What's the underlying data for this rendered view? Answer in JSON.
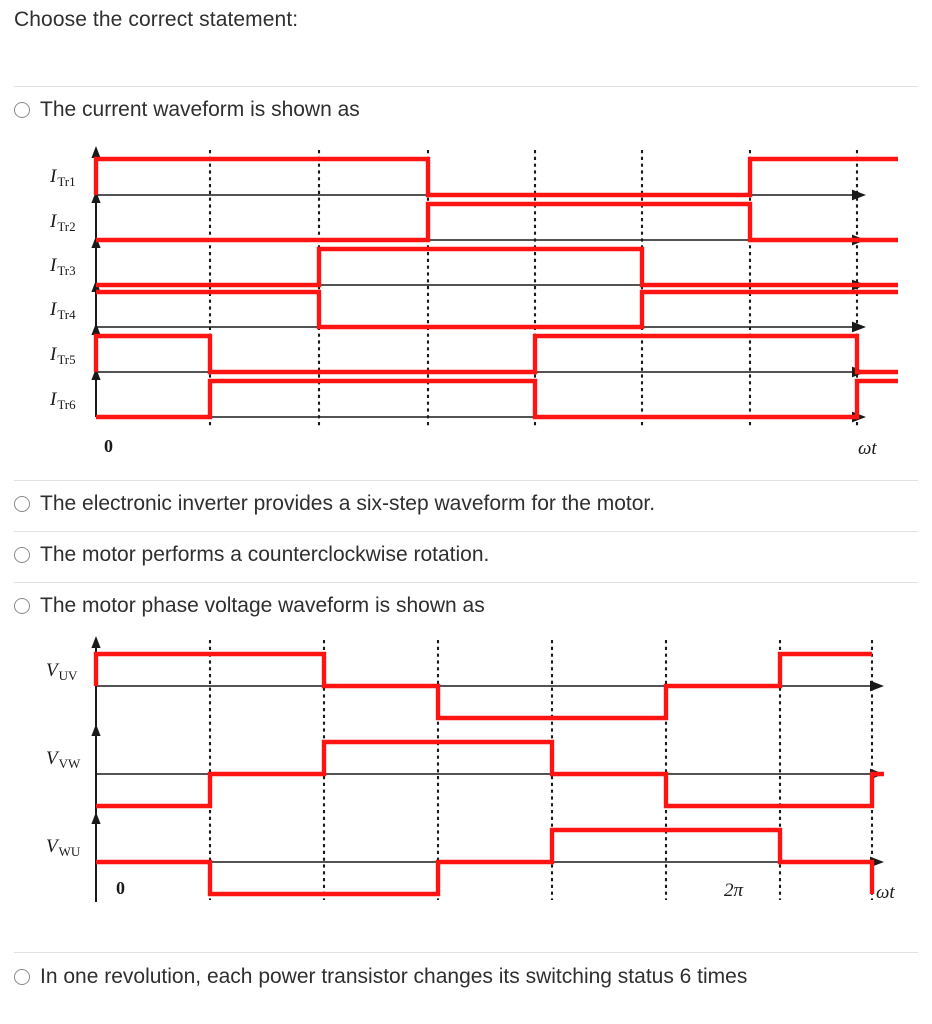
{
  "prompt": "Choose the correct statement:",
  "options": [
    {
      "id": "opt-current-waveform",
      "label": "The current waveform is shown as",
      "has_figure": true
    },
    {
      "id": "opt-six-step",
      "label": "The electronic inverter provides a six-step waveform for the motor.",
      "has_figure": false
    },
    {
      "id": "opt-ccw-rotation",
      "label": "The motor performs a counterclockwise rotation.",
      "has_figure": false
    },
    {
      "id": "opt-phase-voltage",
      "label": "The motor phase voltage waveform is shown as",
      "has_figure": true
    },
    {
      "id": "opt-six-times",
      "label": "In one revolution, each power transistor changes its switching status 6 times",
      "has_figure": false
    }
  ],
  "colors": {
    "waveform": "#ff1414",
    "axis": "#1a1a1a",
    "divider": "#e2e2e2",
    "text": "#2f2f2f"
  },
  "chart_data": [
    {
      "type": "line",
      "name": "transistor-current-waveforms",
      "title": "",
      "xlabel": "ωt",
      "ylabel": "",
      "x_zero_label": "0",
      "grid": true,
      "legend": "none",
      "x_tick_positions_deg": [
        60,
        120,
        180,
        240,
        300,
        360,
        420
      ],
      "xlim_deg": [
        0,
        450
      ],
      "levels": [
        0,
        1
      ],
      "series": [
        {
          "name": "I_Tr1",
          "label_main": "I",
          "label_sub": "Tr1",
          "transitions_deg": [
            0,
            180,
            360
          ],
          "start_level": 1,
          "segments": [
            [
              0,
              180,
              1
            ],
            [
              180,
              360,
              0
            ],
            [
              360,
              450,
              1
            ]
          ]
        },
        {
          "name": "I_Tr2",
          "label_main": "I",
          "label_sub": "Tr2",
          "transitions_deg": [
            0,
            180,
            360
          ],
          "start_level": 0,
          "segments": [
            [
              0,
              180,
              0
            ],
            [
              180,
              360,
              1
            ],
            [
              360,
              450,
              0
            ]
          ]
        },
        {
          "name": "I_Tr3",
          "label_main": "I",
          "label_sub": "Tr3",
          "transitions_deg": [
            0,
            120,
            300
          ],
          "start_level": 0,
          "segments": [
            [
              0,
              120,
              0
            ],
            [
              120,
              300,
              1
            ],
            [
              300,
              450,
              0
            ]
          ]
        },
        {
          "name": "I_Tr4",
          "label_main": "I",
          "label_sub": "Tr4",
          "transitions_deg": [
            0,
            120,
            300
          ],
          "start_level": 1,
          "segments": [
            [
              0,
              120,
              1
            ],
            [
              120,
              300,
              0
            ],
            [
              300,
              450,
              1
            ]
          ]
        },
        {
          "name": "I_Tr5",
          "label_main": "I",
          "label_sub": "Tr5",
          "transitions_deg": [
            0,
            60,
            240,
            420
          ],
          "start_level": 1,
          "segments": [
            [
              0,
              60,
              1
            ],
            [
              60,
              240,
              0
            ],
            [
              240,
              420,
              1
            ],
            [
              420,
              450,
              0
            ]
          ]
        },
        {
          "name": "I_Tr6",
          "label_main": "I",
          "label_sub": "Tr6",
          "transitions_deg": [
            0,
            60,
            240,
            420
          ],
          "start_level": 0,
          "segments": [
            [
              0,
              60,
              0
            ],
            [
              60,
              240,
              1
            ],
            [
              240,
              420,
              0
            ],
            [
              420,
              450,
              1
            ]
          ]
        }
      ]
    },
    {
      "type": "line",
      "name": "motor-phase-voltage-waveforms",
      "title": "",
      "xlabel": "ωt",
      "ylabel": "",
      "x_zero_label": "0",
      "x_named_ticks": [
        {
          "deg": 360,
          "label": "2π"
        }
      ],
      "grid": true,
      "legend": "none",
      "x_tick_positions_deg": [
        60,
        120,
        180,
        240,
        300,
        360,
        420
      ],
      "xlim_deg": [
        0,
        450
      ],
      "levels": [
        -1,
        0,
        1
      ],
      "series": [
        {
          "name": "V_UV",
          "label_main": "V",
          "label_sub": "UV",
          "segments": [
            [
              0,
              120,
              1
            ],
            [
              120,
              180,
              0
            ],
            [
              180,
              300,
              -1
            ],
            [
              300,
              360,
              0
            ],
            [
              360,
              420,
              1
            ],
            [
              420,
              450,
              0
            ]
          ]
        },
        {
          "name": "V_VW",
          "label_main": "V",
          "label_sub": "VW",
          "segments": [
            [
              0,
              60,
              -1
            ],
            [
              60,
              120,
              0
            ],
            [
              120,
              240,
              1
            ],
            [
              240,
              300,
              0
            ],
            [
              300,
              420,
              -1
            ],
            [
              420,
              450,
              0
            ]
          ]
        },
        {
          "name": "V_WU",
          "label_main": "V",
          "label_sub": "WU",
          "segments": [
            [
              0,
              60,
              0
            ],
            [
              60,
              180,
              -1
            ],
            [
              180,
              240,
              0
            ],
            [
              240,
              360,
              1
            ],
            [
              360,
              450,
              0
            ]
          ]
        }
      ]
    }
  ]
}
